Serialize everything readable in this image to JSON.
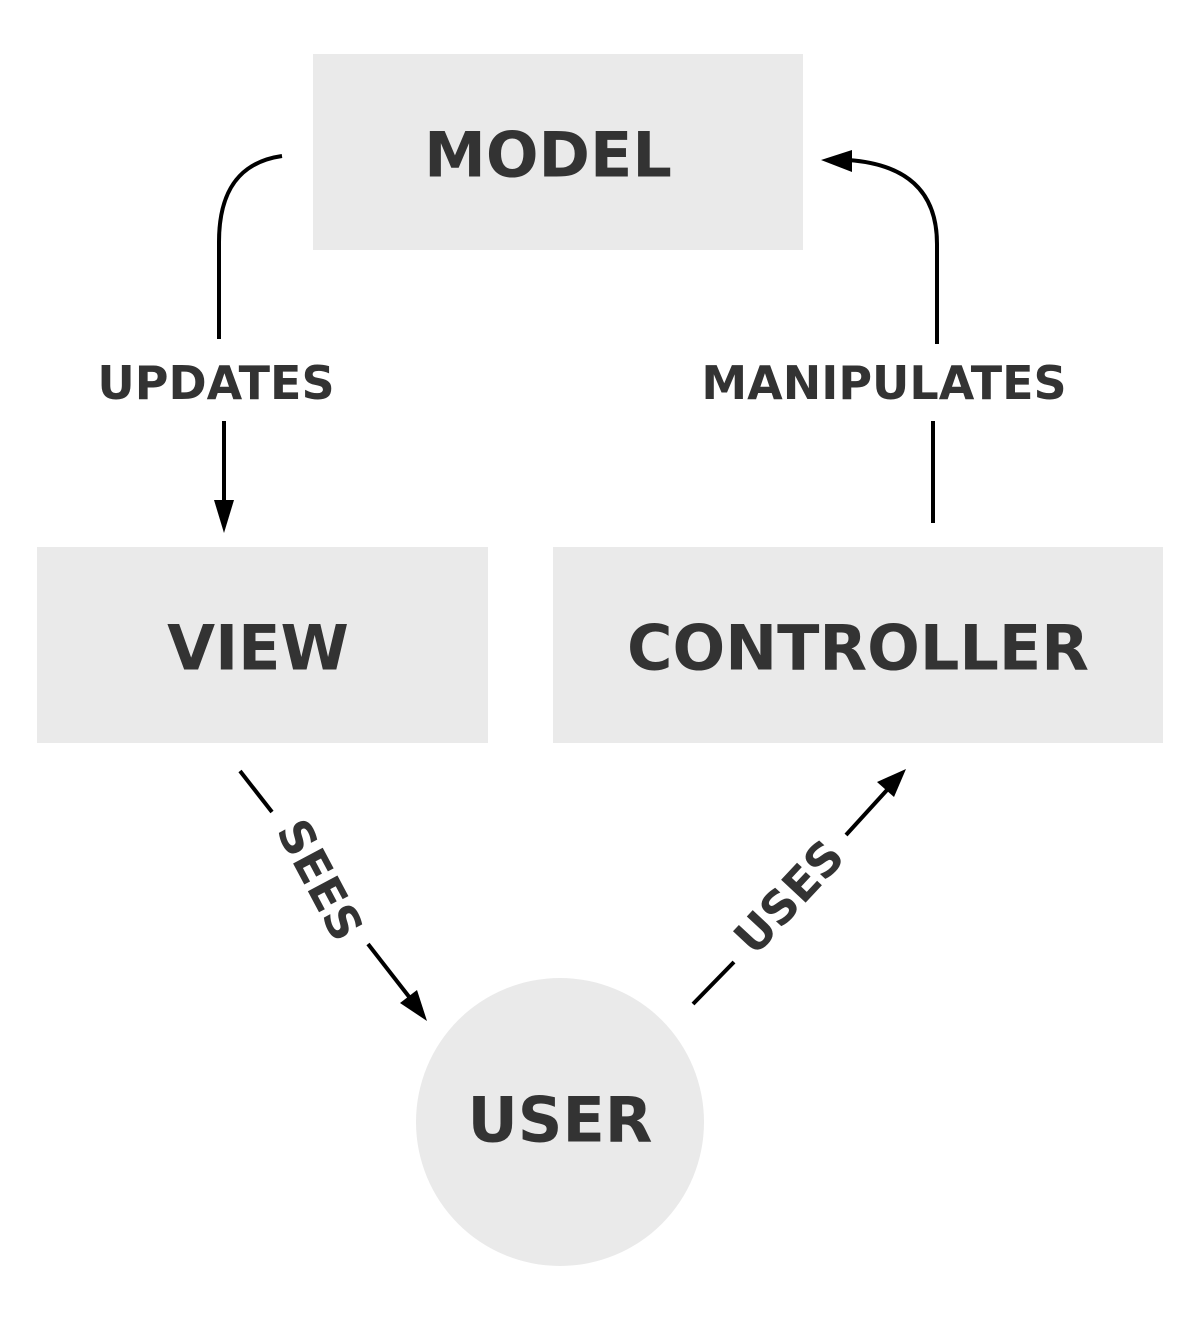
{
  "nodes": {
    "model": "MODEL",
    "view": "VIEW",
    "controller": "CONTROLLER",
    "user": "USER"
  },
  "edges": {
    "updates": "UPDATES",
    "manipulates": "MANIPULATES",
    "sees": "SEES",
    "uses": "USES"
  },
  "colors": {
    "node_fill": "#eaeaea",
    "text": "#333333",
    "arrow": "#000000"
  }
}
